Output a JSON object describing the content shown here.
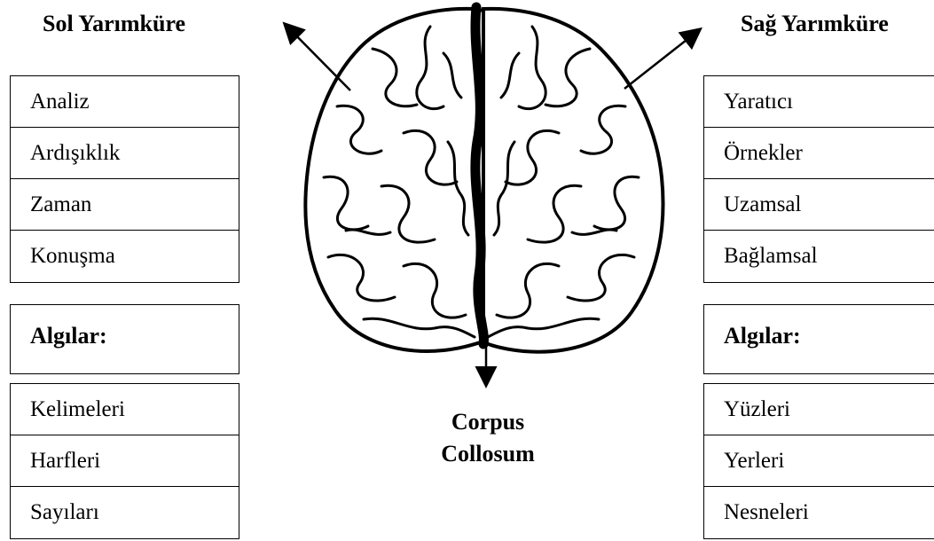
{
  "left": {
    "title": "Sol Yarımküre",
    "list1": [
      "Analiz",
      "Ardışıklık",
      "Zaman",
      "Konuşma"
    ],
    "header": "Algılar:",
    "list2": [
      "Kelimeleri",
      "Harfleri",
      "Sayıları"
    ]
  },
  "right": {
    "title": "Sağ Yarımküre",
    "list1": [
      "Yaratıcı",
      "Örnekler",
      "Uzamsal",
      "Bağlamsal"
    ],
    "header": "Algılar:",
    "list2": [
      "Yüzleri",
      "Yerleri",
      "Nesneleri"
    ]
  },
  "center": {
    "label_line1": "Corpus",
    "label_line2": "Collosum"
  }
}
